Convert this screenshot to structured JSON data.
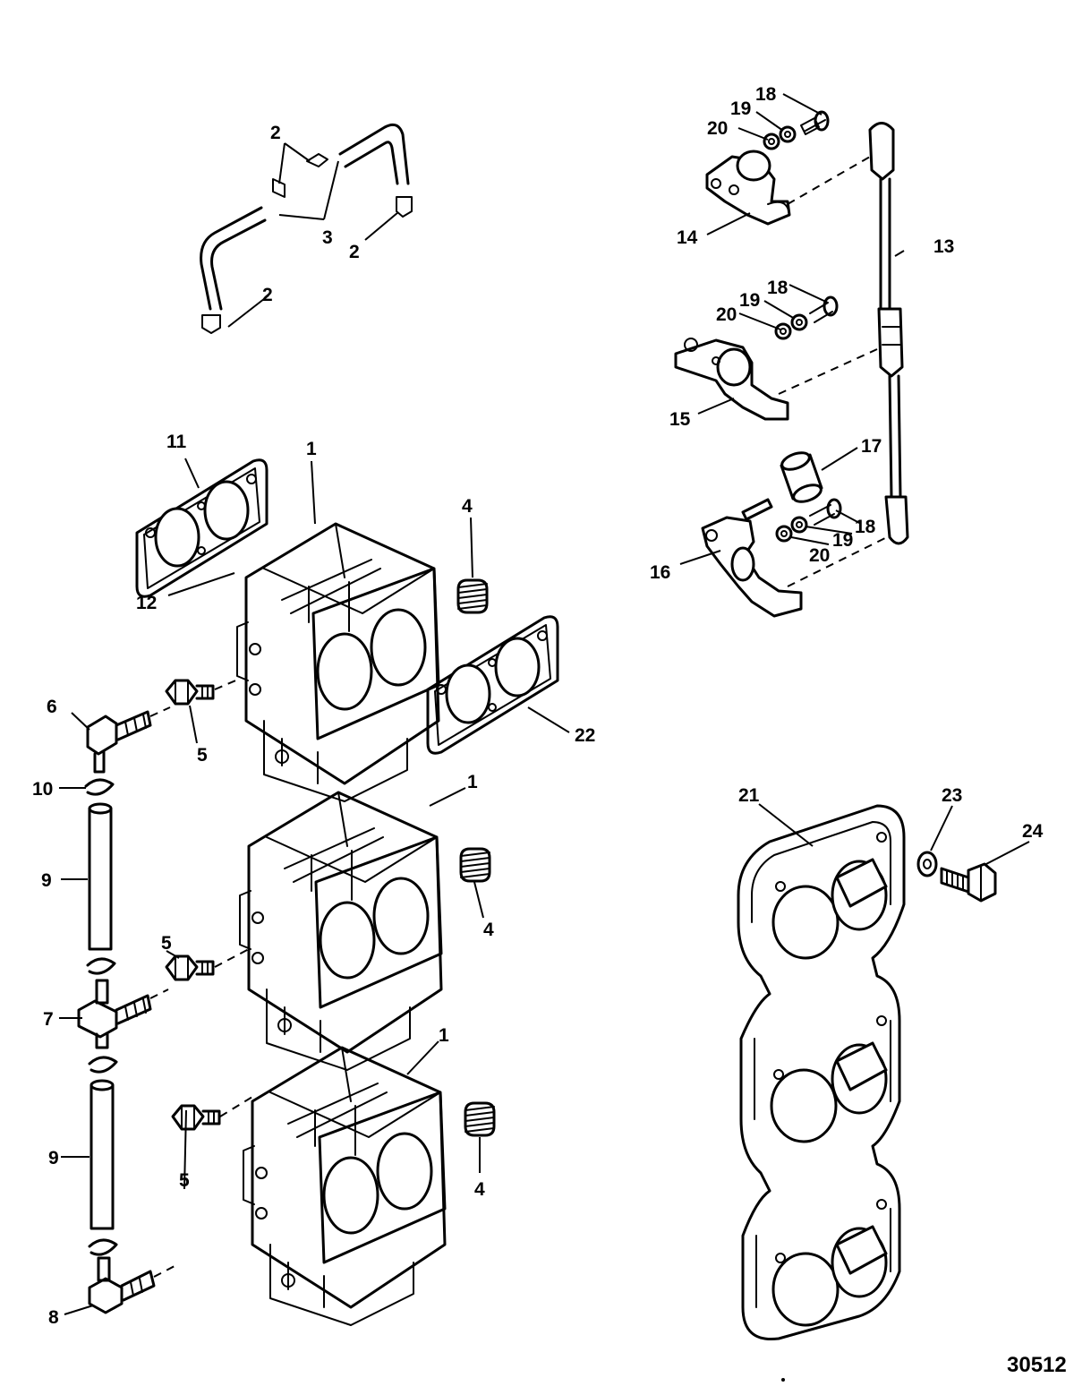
{
  "figure_number": "30512",
  "callouts": {
    "c1a": "1",
    "c1b": "1",
    "c1c": "1",
    "c2a": "2",
    "c2b": "2",
    "c2c": "2",
    "c3": "3",
    "c4a": "4",
    "c4b": "4",
    "c4c": "4",
    "c5a": "5",
    "c5b": "5",
    "c5c": "5",
    "c6": "6",
    "c7": "7",
    "c8": "8",
    "c9a": "9",
    "c9b": "9",
    "c10": "10",
    "c11": "11",
    "c12": "12",
    "c13": "13",
    "c14": "14",
    "c15": "15",
    "c16": "16",
    "c17": "17",
    "c18a": "18",
    "c18b": "18",
    "c18c": "18",
    "c19a": "19",
    "c19b": "19",
    "c19c": "19",
    "c20a": "20",
    "c20b": "20",
    "c20c": "20",
    "c21": "21",
    "c22": "22",
    "c23": "23",
    "c24": "24"
  }
}
